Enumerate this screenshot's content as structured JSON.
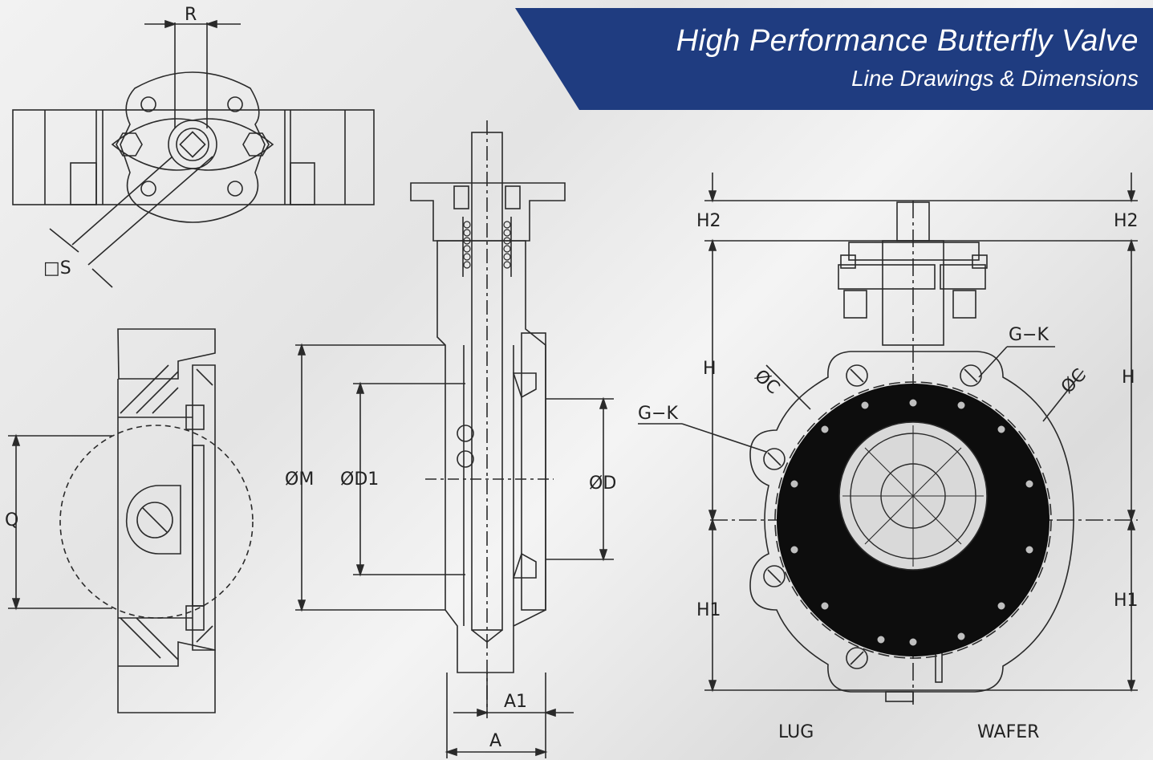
{
  "banner": {
    "title": "High Performance Butterfly Valve",
    "subtitle": "Line Drawings & Dimensions"
  },
  "dimensions": {
    "R": "R",
    "S": "□S",
    "Q": "Q",
    "M": "ØM",
    "D1": "ØD1",
    "D": "ØD",
    "A1": "A1",
    "A": "A",
    "H2_left": "H2",
    "H2_right": "H2",
    "H_left": "H",
    "H_right": "H",
    "H1_left": "H1",
    "H1_right": "H1",
    "C_left": "ØC",
    "C_right": "ØC",
    "GK_top": "G−K",
    "GK_left": "G−K"
  },
  "view_labels": {
    "lug": "LUG",
    "wafer": "WAFER"
  },
  "colors": {
    "banner": "#1f3c80",
    "line": "#2a2a2a",
    "disc": "#0d0d0d"
  }
}
